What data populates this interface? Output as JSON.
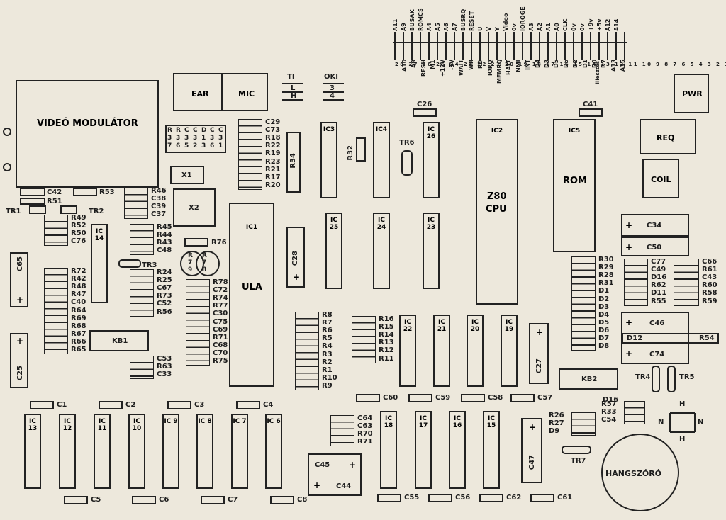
{
  "board": {
    "video_modulator": "VIDEÓ MODULÁTOR",
    "ear": "EAR",
    "mic": "MIC",
    "pwr": "PWR",
    "req": "REQ",
    "coil": "COIL",
    "speaker": "HANGSZÓRÓ",
    "ula": "ULA",
    "ic1": "IC1",
    "cpu": "Z80",
    "cpu2": "CPU",
    "ic2": "IC2",
    "rom": "ROM",
    "ic5": "IC5",
    "x1": "X1",
    "x2": "X2",
    "kb1": "KB1",
    "kb2": "KB2",
    "tr1": "TR1",
    "tr2": "TR2",
    "tr3": "TR3",
    "tr4": "TR4",
    "tr5": "TR5",
    "tr6": "TR6",
    "tr7": "TR7",
    "d16": "D16",
    "d9": "D9",
    "r34": "R34",
    "r32": "R32",
    "r76": "R76",
    "r53": "R53",
    "r51": "R51",
    "c42": "C42",
    "c26": "C26",
    "c41": "C41",
    "c28": "C28",
    "c27": "C27",
    "c25": "C25",
    "c65": "C65",
    "c47": "C47",
    "c45": "C45",
    "c44": "C44",
    "c34": "C34",
    "c50": "C50",
    "c46": "C46",
    "c74": "C74",
    "d12": "D12",
    "r54": "R54",
    "r79": "R 7 9",
    "r78c": "R 7 8",
    "ti": "TI",
    "ti_l": "L",
    "ti_h": "H",
    "oki": "OKI",
    "oki_3": "3",
    "oki_4": "4",
    "h_top": "H",
    "h_bot": "H",
    "n_left": "N",
    "n_right": "N",
    "edge_pins": "28 27 26 25 24 23 22 21 20 19 18 17 16 15 14 13 12 11 10 9 8 7 6 5 4 3 2 1",
    "illesztes": "illesztés",
    "edge_top": [
      "A11",
      "A9",
      "BUSAK",
      "ROMCS",
      "A4",
      "A5",
      "A6",
      "A7",
      "BUSRQ",
      "RESET",
      "U",
      "V",
      "Y",
      "Video",
      "0v",
      "IORQGE",
      "A3",
      "A2",
      "A1",
      "A0",
      "CLK",
      "0v",
      "0v",
      "+9v",
      "+5v",
      "A12",
      "A14"
    ],
    "edge_bot": [
      "A10",
      "A8",
      "RFSH",
      "M1",
      "+12V",
      "-5V",
      "WAIT",
      "WR",
      "RD",
      "IORQ",
      "MEMRQ",
      "HALT",
      "NMI",
      "INT",
      "D4",
      "D3",
      "D5",
      "D6",
      "D2",
      "D1",
      "D0",
      "D7",
      "A13",
      "A15"
    ]
  },
  "ics": {
    "ic3": "IC3",
    "ic4": "IC4",
    "ic26": "IC 26",
    "ic25": "IC 25",
    "ic24": "IC 24",
    "ic23": "IC 23",
    "ic22": "IC 22",
    "ic21": "IC 21",
    "ic20": "IC 20",
    "ic19": "IC 19",
    "ic14": "IC 14",
    "ic13": "IC 13",
    "ic12": "IC 12",
    "ic11": "IC 11",
    "ic10": "IC 10",
    "ic9": "IC 9",
    "ic8": "IC 8",
    "ic7": "IC 7",
    "ic6": "IC 6",
    "ic18": "IC 18",
    "ic17": "IC 17",
    "ic16": "IC 16",
    "ic15": "IC 15"
  },
  "caps_row": {
    "c1": "C1",
    "c2": "C2",
    "c3": "C3",
    "c4": "C4",
    "c5": "C5",
    "c6": "C6",
    "c7": "C7",
    "c8": "C8",
    "c60": "C60",
    "c59": "C59",
    "c58": "C58",
    "c57": "C57",
    "c55": "C55",
    "c56": "C56",
    "c62": "C62",
    "c61": "C61"
  },
  "stacks": {
    "s_top_ula": [
      "C29",
      "C73",
      "R18",
      "R22",
      "R19",
      "R23",
      "R21",
      "R17",
      "R20"
    ],
    "s_r46": [
      "R46",
      "C38",
      "C39",
      "C37"
    ],
    "s_r49": [
      "R49",
      "R52",
      "R50",
      "C76"
    ],
    "s_r45": [
      "R45",
      "R44",
      "R43",
      "C48"
    ],
    "s_r24": [
      "R24",
      "R25",
      "C67",
      "R73",
      "C52",
      "R56"
    ],
    "s_r72": [
      "R72",
      "R42",
      "R48",
      "R47",
      "C40",
      "R64",
      "R69",
      "R68",
      "R67",
      "R66",
      "R65"
    ],
    "s_r78": [
      "R78",
      "C72",
      "R74",
      "R77",
      "C30",
      "C75",
      "C69",
      "R71b",
      "C68",
      "C70",
      "R75"
    ],
    "s_r8": [
      "R8",
      "R7",
      "R6",
      "R5",
      "R4",
      "R3",
      "R2",
      "R1",
      "R10",
      "R9"
    ],
    "s_r16": [
      "R16",
      "R15",
      "R14",
      "R13",
      "R12",
      "R11"
    ],
    "s_c53": [
      "C53",
      "R63",
      "C33"
    ],
    "s_c64": [
      "C64",
      "C63",
      "R70",
      "R71"
    ],
    "s_r30": [
      "R30",
      "R29",
      "R28",
      "R31",
      "D1",
      "D2",
      "D3",
      "D4",
      "D5",
      "D6",
      "D7",
      "D8"
    ],
    "s_c77": [
      "C77",
      "C49",
      "D16",
      "R62",
      "D11",
      "R55"
    ],
    "s_c66": [
      "C66",
      "R61",
      "C43",
      "R60",
      "R58",
      "R59"
    ],
    "s_r26": [
      "R26",
      "R27",
      "D9"
    ],
    "s_r57": [
      "R57",
      "R33",
      "C54"
    ],
    "s_rrc": [
      "R 3 7",
      "R 3 6",
      "C 3 5",
      "C 3 2",
      "D 1 3",
      "C 3 6",
      "C 3 1"
    ]
  }
}
